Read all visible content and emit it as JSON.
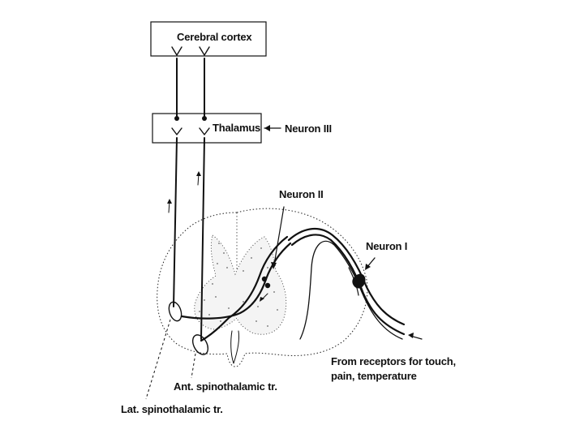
{
  "labels": {
    "cerebral_cortex": "Cerebral cortex",
    "thalamus": "Thalamus",
    "neuron_3": "Neuron III",
    "neuron_2": "Neuron II",
    "neuron_1": "Neuron I",
    "receptors_line1": "From receptors for touch,",
    "receptors_line2": "pain, temperature",
    "ant_tract": "Ant. spinothalamic tr.",
    "lat_tract": "Lat. spinothalamic tr."
  },
  "colors": {
    "ink": "#111111",
    "background": "#ffffff"
  }
}
